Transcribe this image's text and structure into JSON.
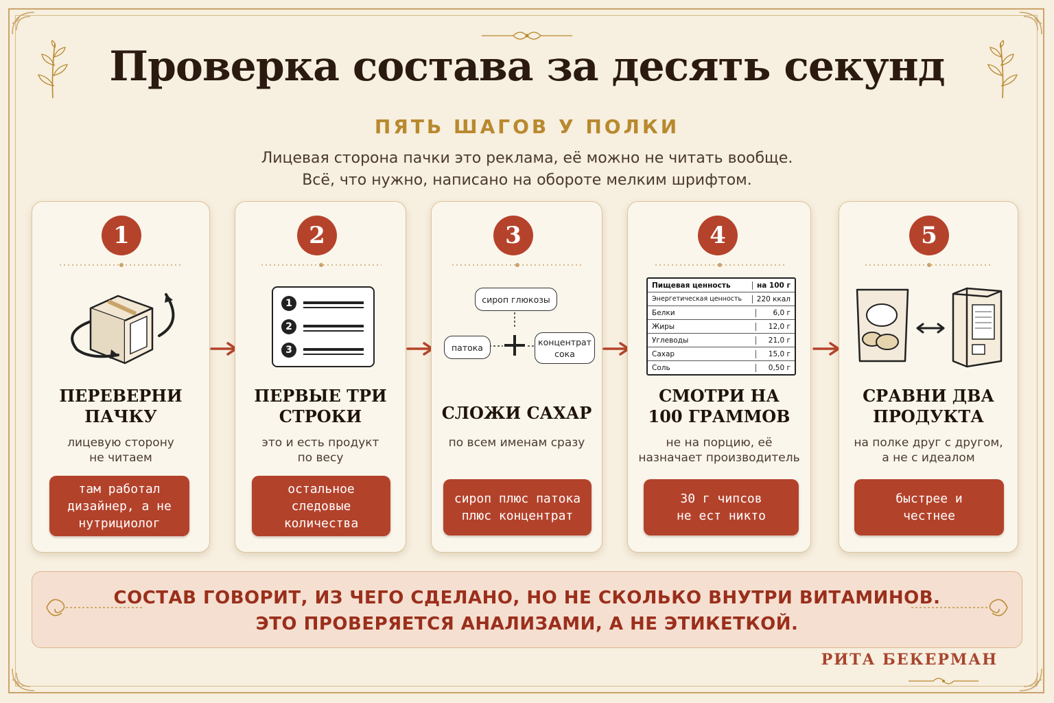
{
  "header": {
    "title": "Проверка состава за десять секунд",
    "subtitle": "ПЯТЬ ШАГОВ У ПОЛКИ",
    "lead": [
      "Лицевая сторона пачки это реклама, её можно не читать вообще.",
      "Всё, что нужно, написано на обороте мелким шрифтом."
    ]
  },
  "steps": [
    {
      "number": "1",
      "title": [
        "ПЕРЕВЕРНИ",
        "ПАЧКУ"
      ],
      "desc": [
        "лицевую сторону",
        "не читаем"
      ],
      "pill": [
        "там работал",
        "дизайнер, а не",
        "нутрициолог"
      ]
    },
    {
      "number": "2",
      "title": [
        "ПЕРВЫЕ ТРИ",
        "СТРОКИ"
      ],
      "desc": [
        "это и есть продукт",
        "по весу"
      ],
      "pill": [
        "остальное",
        "следовые",
        "количества"
      ],
      "list_numbers": [
        "1",
        "2",
        "3"
      ]
    },
    {
      "number": "3",
      "title": [
        "СЛОЖИ САХАР"
      ],
      "desc": [
        "по всем именам сразу"
      ],
      "pill": [
        "сироп плюс патока",
        "плюс концентрат"
      ],
      "bubbles": {
        "top": "сироп глюкозы",
        "left": "патока",
        "right": [
          "концентрат",
          "сока"
        ]
      }
    },
    {
      "number": "4",
      "title": [
        "СМОТРИ НА",
        "100 ГРАММОВ"
      ],
      "desc": [
        "не на порцию, её",
        "назначает производитель"
      ],
      "pill": [
        "30 г чипсов",
        "не ест никто"
      ],
      "label_table": {
        "header": [
          "Пищевая ценность",
          "на 100 г"
        ],
        "rows": [
          [
            "Энергетическая ценность",
            "220 ккал"
          ],
          [
            "Белки",
            "6,0 г"
          ],
          [
            "Жиры",
            "12,0 г"
          ],
          [
            "Углеводы",
            "21,0 г"
          ],
          [
            "Сахар",
            "15,0 г"
          ],
          [
            "Соль",
            "0,50 г"
          ]
        ]
      }
    },
    {
      "number": "5",
      "title": [
        "СРАВНИ ДВА",
        "ПРОДУКТА"
      ],
      "desc": [
        "на полке друг с другом,",
        "а не с идеалом"
      ],
      "pill": [
        "быстрее и",
        "честнее"
      ]
    }
  ],
  "banner": {
    "lines": [
      "СОСТАВ ГОВОРИТ, ИЗ ЧЕГО СДЕЛАНО, НО НЕ СКОЛЬКО ВНУТРИ ВИТАМИНОВ.",
      "ЭТО ПРОВЕРЯЕТСЯ АНАЛИЗАМИ, А НЕ ЭТИКЕТКОЙ."
    ]
  },
  "author": "РИТА БЕКЕРМАН",
  "colors": {
    "background": "#f7efdf",
    "accent_red": "#b5432b",
    "gold": "#b8892f",
    "ink": "#2a1a10"
  }
}
